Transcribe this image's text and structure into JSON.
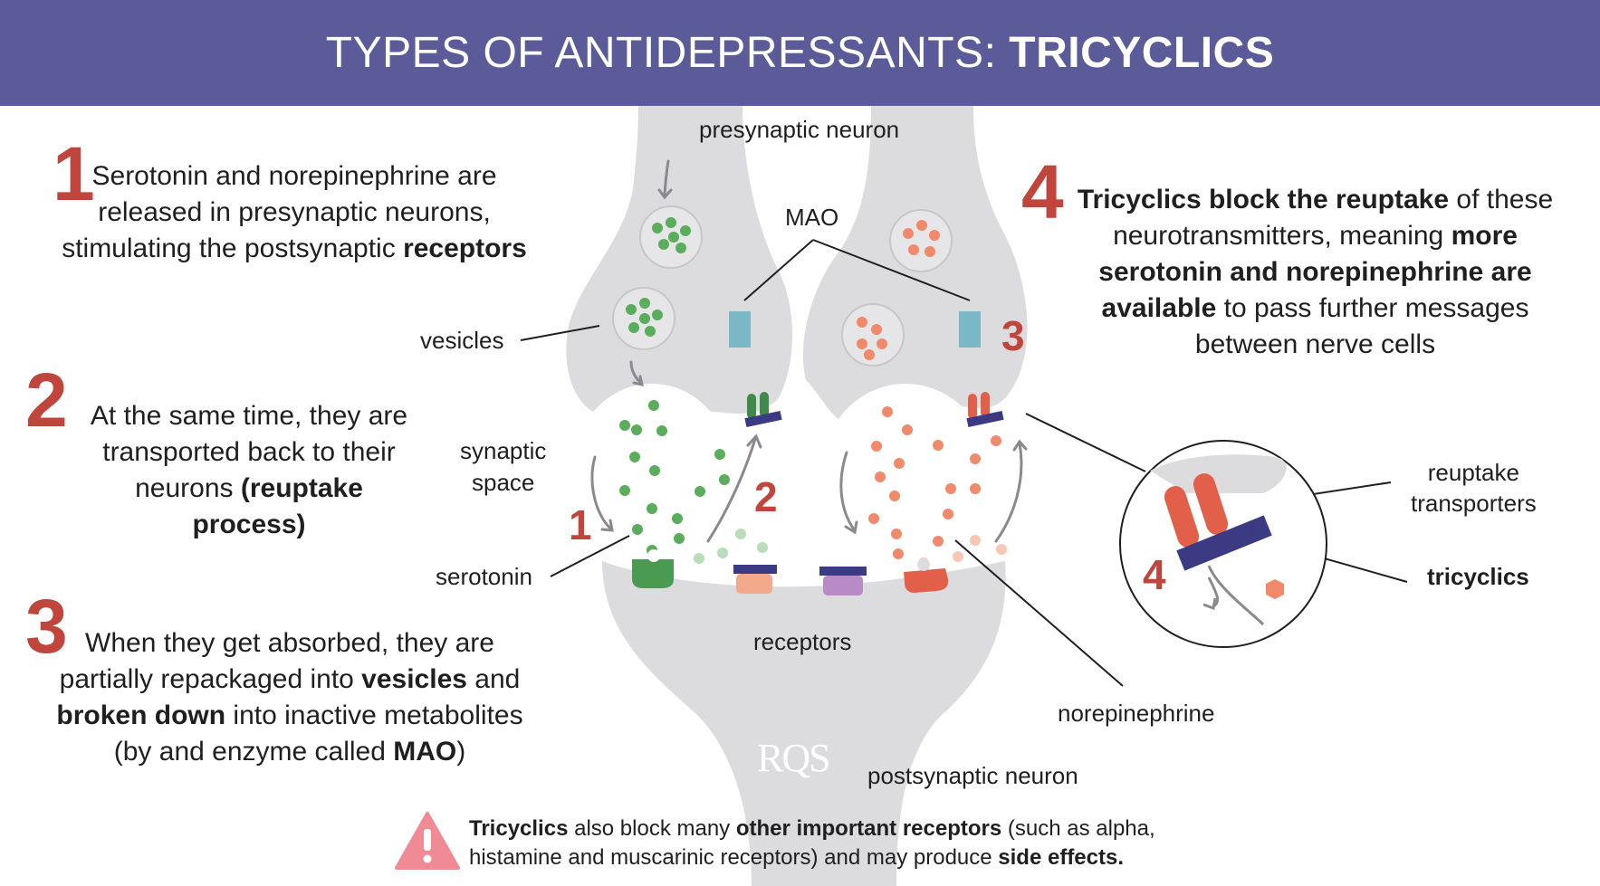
{
  "header": {
    "title_regular": "TYPES OF ANTIDEPRESSANTS: ",
    "title_bold": "TRICYCLICS"
  },
  "colors": {
    "header_bg": "#5b5b99",
    "accent_red": "#c0463d",
    "neuron_gray": "#dcdcde",
    "serotonin_green": "#5aad5a",
    "norepinephrine_orange": "#f08a6a",
    "mao_blue": "#7ab8c6",
    "tricyclic_navy": "#3b3a82",
    "transporter_red": "#e2604a",
    "warning_pink": "#f08a94"
  },
  "steps": [
    {
      "number": "1",
      "parts": [
        {
          "text": "Serotonin and norepinephrine are released in presynaptic neurons, stimulating the postsynaptic ",
          "bold": false
        },
        {
          "text": "receptors",
          "bold": true
        }
      ]
    },
    {
      "number": "2",
      "parts": [
        {
          "text": "At the same time, they are transported back to their neurons ",
          "bold": false
        },
        {
          "text": "(reuptake process)",
          "bold": true
        }
      ]
    },
    {
      "number": "3",
      "parts": [
        {
          "text": "When they get absorbed, they are partially repackaged into ",
          "bold": false
        },
        {
          "text": "vesicles",
          "bold": true
        },
        {
          "text": " and ",
          "bold": false
        },
        {
          "text": "broken down",
          "bold": true
        },
        {
          "text": " into inactive metabolites (by and enzyme called ",
          "bold": false
        },
        {
          "text": "MAO",
          "bold": true
        },
        {
          "text": ")",
          "bold": false
        }
      ]
    },
    {
      "number": "4",
      "parts": [
        {
          "text": "Tricyclics block the reuptake",
          "bold": true
        },
        {
          "text": " of these neurotransmitters, meaning ",
          "bold": false
        },
        {
          "text": "more serotonin and norepinephrine are available",
          "bold": true
        },
        {
          "text": " to pass further messages between nerve cells",
          "bold": false
        }
      ]
    }
  ],
  "labels": {
    "presynaptic": "presynaptic neuron",
    "mao": "MAO",
    "vesicles": "vesicles",
    "synaptic_space": "synaptic\nspace",
    "serotonin": "serotonin",
    "receptors": "receptors",
    "norepinephrine": "norepinephrine",
    "postsynaptic": "postsynaptic neuron",
    "reuptake_transporters": "reuptake\ntransporters",
    "tricyclics": "tricyclics"
  },
  "diagram_markers": {
    "m1": "1",
    "m2": "2",
    "m3": "3",
    "m4": "4"
  },
  "footnote": {
    "parts": [
      {
        "text": "Tricyclics",
        "bold": true
      },
      {
        "text": " also block many ",
        "bold": false
      },
      {
        "text": "other important receptors",
        "bold": true
      },
      {
        "text": " (such as alpha, histamine and muscarinic receptors) and may produce ",
        "bold": false
      },
      {
        "text": "side effects.",
        "bold": true
      }
    ]
  },
  "logo": "RQS"
}
